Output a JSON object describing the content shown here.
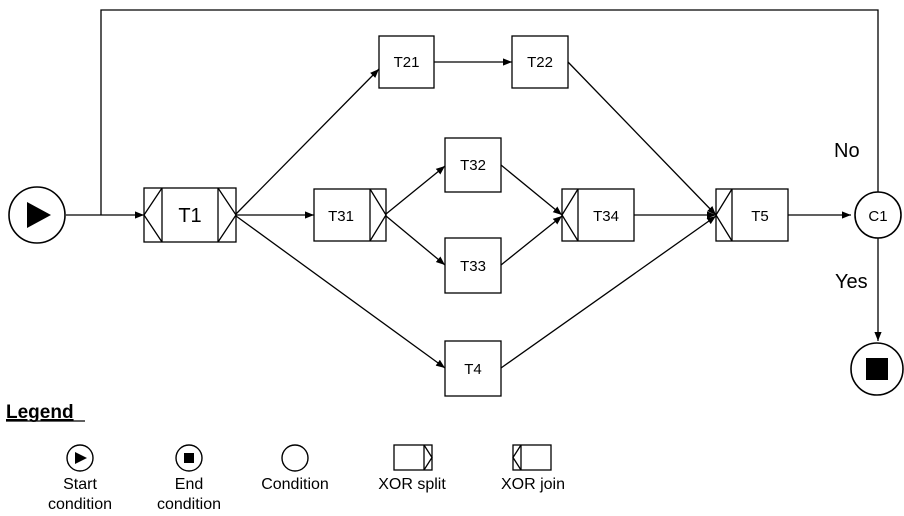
{
  "diagram": {
    "tasks": {
      "t1": "T1",
      "t21": "T21",
      "t22": "T22",
      "t31": "T31",
      "t32": "T32",
      "t33": "T33",
      "t34": "T34",
      "t4": "T4",
      "t5": "T5"
    },
    "condition_c1": "C1",
    "edge_labels": {
      "no": "No",
      "yes": "Yes"
    }
  },
  "legend": {
    "title": "Legend",
    "items": [
      {
        "icon": "start-condition-icon",
        "label_line1": "Start",
        "label_line2": "condition"
      },
      {
        "icon": "end-condition-icon",
        "label_line1": "End",
        "label_line2": "condition"
      },
      {
        "icon": "condition-icon",
        "label_line1": "Condition",
        "label_line2": ""
      },
      {
        "icon": "xor-split-icon",
        "label_line1": "XOR split",
        "label_line2": ""
      },
      {
        "icon": "xor-join-icon",
        "label_line1": "XOR join",
        "label_line2": ""
      }
    ]
  }
}
